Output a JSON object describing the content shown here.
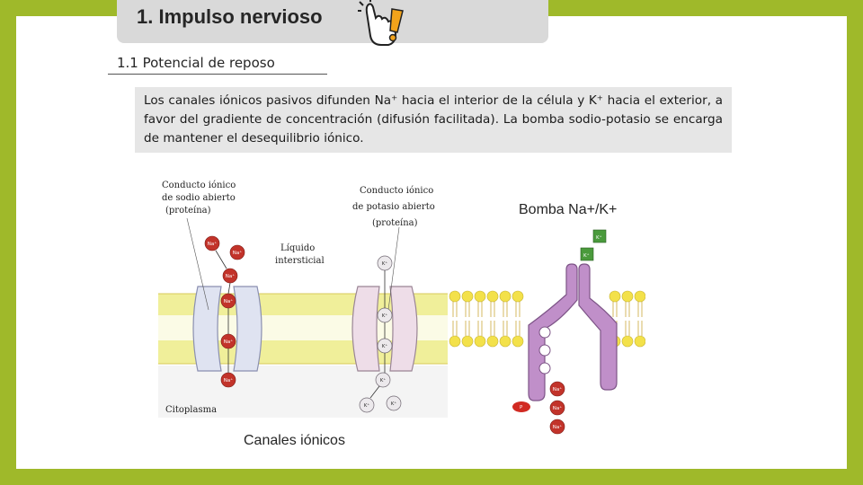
{
  "title": "1. Impulso nervioso",
  "subtitle": "1.1 Potencial de reposo",
  "body_text": "Los canales iónicos pasivos difunden Na⁺ hacia el interior de la célula y K⁺ hacia el exterior, a favor del gradiente de concentración (difusión facilitada). La bomba sodio-potasio se encarga de mantener el desequilibrio iónico.",
  "captions": {
    "pump": "Bomba Na+/K+",
    "channels": "Canales iónicos"
  },
  "diagram": {
    "label_sodium_channel": [
      "Conducto iónico",
      "de sodio abierto",
      "(proteína)"
    ],
    "label_potassium_channel": [
      "Conducto iónico",
      "de potasio abierto",
      "(proteína)"
    ],
    "label_interstitial": [
      "Líquido",
      "intersticial"
    ],
    "label_cytoplasm": "Citoplasma",
    "ion_na": "Na⁺",
    "ion_k": "K⁺",
    "ion_p": "P"
  },
  "colors": {
    "frame": "#9fb92a",
    "title_bar": "#d9d9d9",
    "membrane": "#f0ef9a",
    "pump": "#c08fc9",
    "sodium_ion": "#c2332a"
  }
}
